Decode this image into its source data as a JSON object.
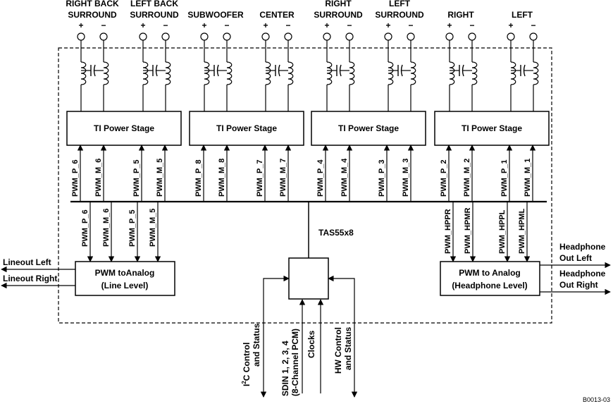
{
  "top_labels": [
    {
      "lines": [
        "RIGHT BACK",
        "SURROUND"
      ]
    },
    {
      "lines": [
        "LEFT BACK",
        "SURROUND"
      ]
    },
    {
      "lines": [
        "SUBWOOFER"
      ]
    },
    {
      "lines": [
        "CENTER"
      ]
    },
    {
      "lines": [
        "RIGHT",
        "SURROUND"
      ]
    },
    {
      "lines": [
        "LEFT",
        "SURROUND"
      ]
    },
    {
      "lines": [
        "RIGHT"
      ]
    },
    {
      "lines": [
        "LEFT"
      ]
    }
  ],
  "terminal_plus": "+",
  "terminal_minus": "−",
  "power_stage_label": "TI Power Stage",
  "upper_signals": [
    "PWM_P_6",
    "PWM_M_6",
    "PWM_P_5",
    "PWM_M_5",
    "PWM_P_8",
    "PWM_M_8",
    "PWM_P_7",
    "PWM_M_7",
    "PWM_P_4",
    "PWM_M_4",
    "PWM_P_3",
    "PWM_M_3",
    "PWM_P_2",
    "PWM_M_2",
    "PWM_P_1",
    "PWM_M_1"
  ],
  "lower_left_signals": [
    "PWM_P_6",
    "PWM_M_6",
    "PWM_P_5",
    "PWM_M_5"
  ],
  "lower_right_signals": [
    "PWM_HPPR",
    "PWM_HPMR",
    "PWM_HPPL",
    "PWM_HPML"
  ],
  "chip_label": "TAS55x8",
  "line_converter": {
    "line1": "PWM toAnalog",
    "line2": "(Line Level)"
  },
  "hp_converter": {
    "line1": "PWM to Analog",
    "line2": "(Headphone Level)"
  },
  "lineout_left": "Lineout Left",
  "lineout_right": "Lineout Right",
  "hp_out_left": [
    "Headphone",
    "Out Left"
  ],
  "hp_out_right": [
    "Headphone",
    "Out Right"
  ],
  "bottom_i2c": {
    "prefix": "I",
    "sup": "2",
    "rest": "C Control",
    "line2": "and Status"
  },
  "bottom_sdin": [
    "SDIN 1, 2, 3, 4",
    "(8-Channel PCM)"
  ],
  "bottom_clocks": "Clocks",
  "bottom_hw": [
    "HW Control",
    "and Status"
  ],
  "figure_id": "B0013-03"
}
